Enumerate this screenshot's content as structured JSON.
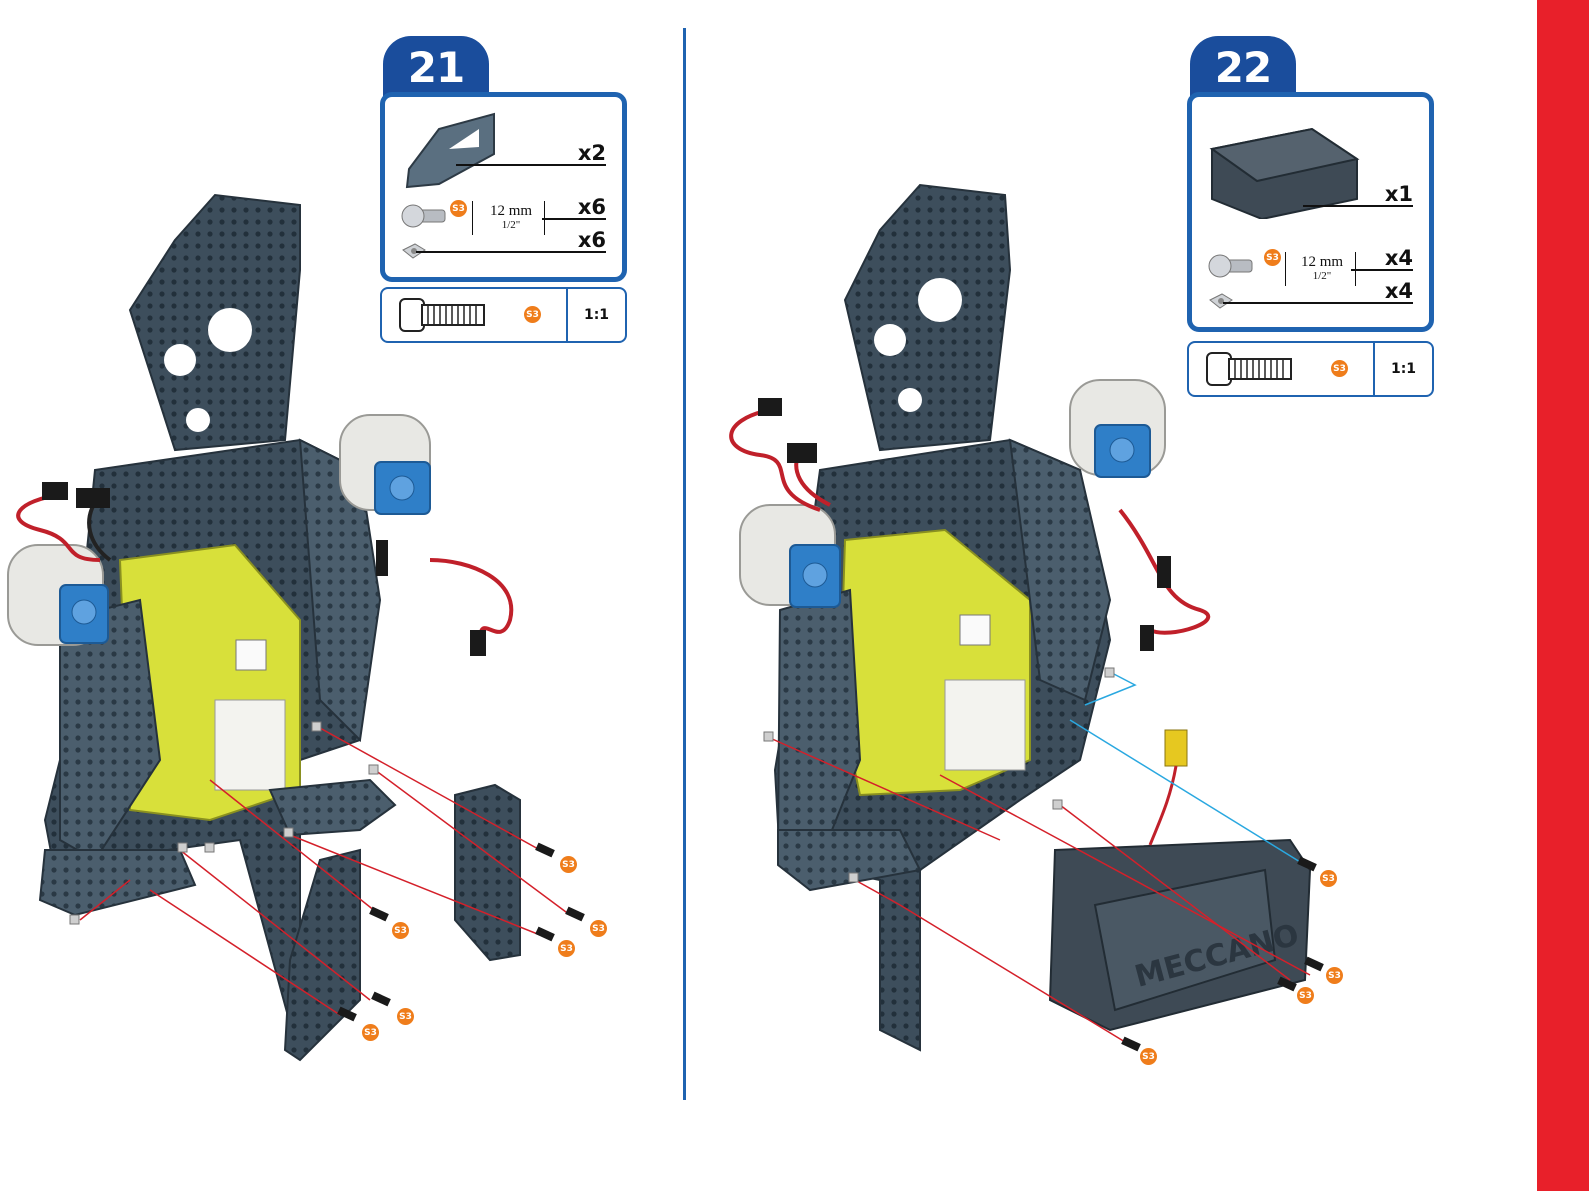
{
  "steps": [
    {
      "number": "21",
      "parts": [
        {
          "icon": "bracket-plate-icon",
          "qty": "x2"
        },
        {
          "icon": "screw-icon",
          "code": "S3",
          "length_mm": "12 mm",
          "length_in": "1/2\"",
          "qty": "x6"
        },
        {
          "icon": "square-nut-icon",
          "qty": "x6"
        }
      ],
      "scale": {
        "code": "S3",
        "ratio": "1:1"
      },
      "callout_code": "S3"
    },
    {
      "number": "22",
      "parts": [
        {
          "icon": "battery-box-icon",
          "qty": "x1"
        },
        {
          "icon": "screw-icon",
          "code": "S3",
          "length_mm": "12 mm",
          "length_in": "1/2\"",
          "qty": "x4"
        },
        {
          "icon": "square-nut-icon",
          "qty": "x4"
        }
      ],
      "scale": {
        "code": "S3",
        "ratio": "1:1"
      },
      "callout_code": "S3"
    }
  ],
  "battery_box_brand": "MECCANO",
  "colors": {
    "accent_blue": "#1f63b0",
    "tab_blue": "#1a4d9c",
    "side_bar_red": "#e8202a",
    "callout_orange": "#ef7d1b",
    "frame_slate": "#3d4e5c",
    "board_yellow": "#d8e03a",
    "servo_blue": "#2f7fc8",
    "guide_red": "#d4202a",
    "guide_cyan": "#2aa8e0"
  }
}
